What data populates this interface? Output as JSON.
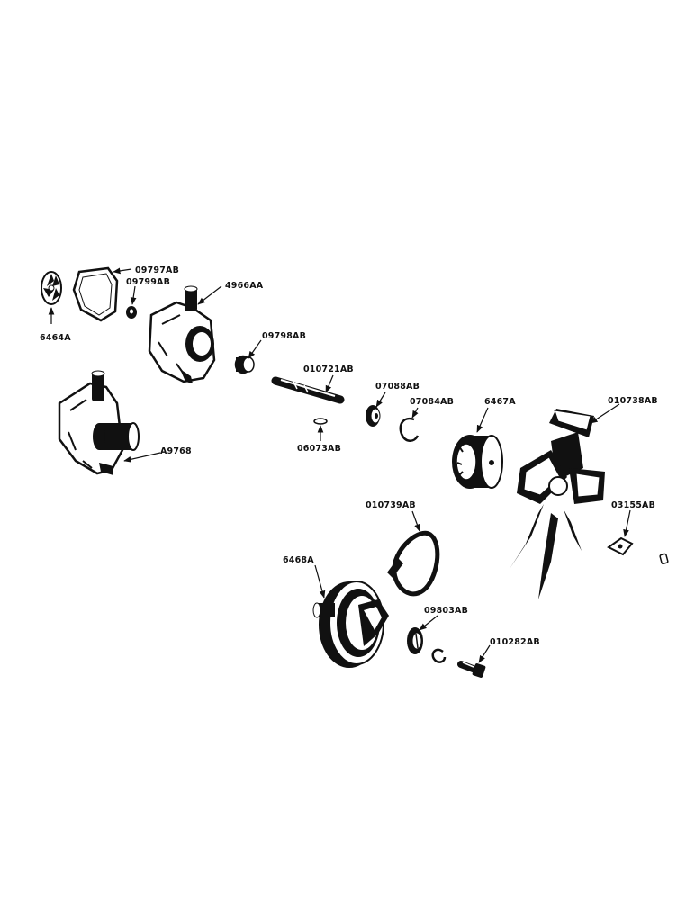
{
  "parts": {
    "p6464A": "6464A",
    "p09797AB": "09797AB",
    "p09799AB": "09799AB",
    "p4966AA": "4966AA",
    "p09798AB": "09798AB",
    "pA9768": "A9768",
    "p010721AB": "010721AB",
    "p06073AB": "06073AB",
    "p07088AB": "07088AB",
    "p07084AB": "07084AB",
    "p6467A": "6467A",
    "p010738AB": "010738AB",
    "p010739AB": "010739AB",
    "p6468A": "6468A",
    "p03155AB": "03155AB",
    "p09803AB": "09803AB",
    "p010282AB": "010282AB"
  }
}
